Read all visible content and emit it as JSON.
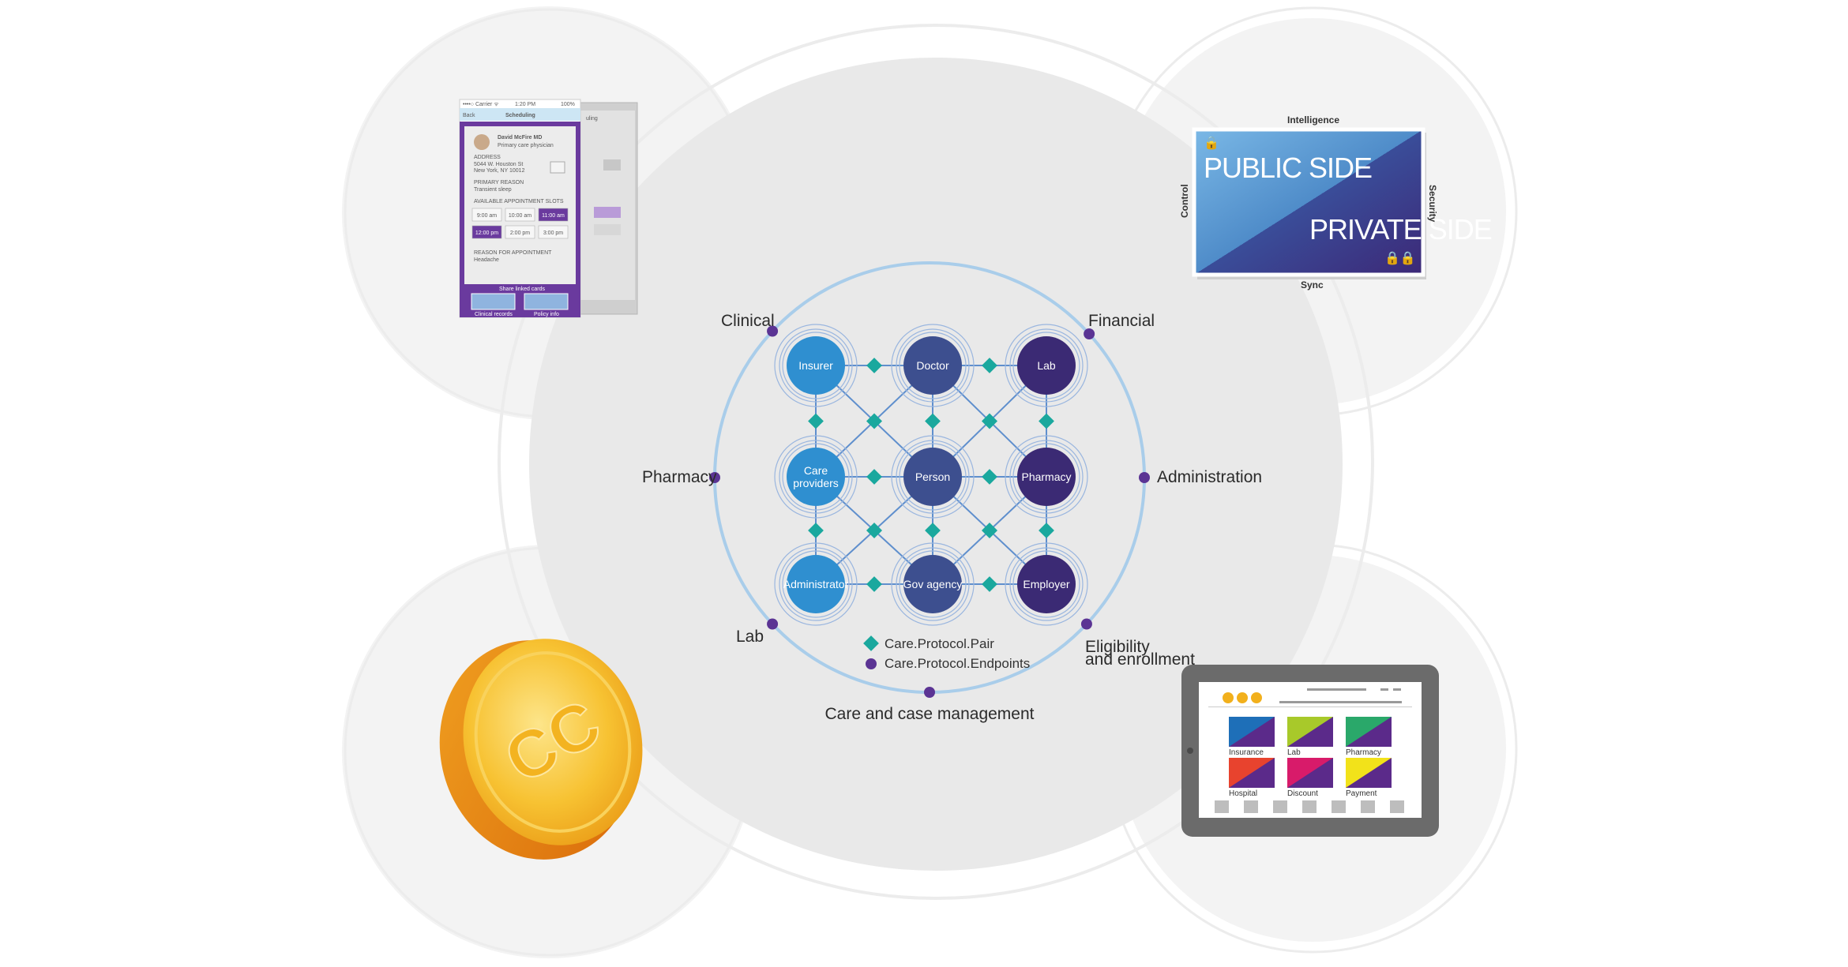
{
  "colors": {
    "background": "#ffffff",
    "big_circle": "#e9e9e9",
    "satellite_circle": "#f3f3f3",
    "ring": "#a9cdea",
    "pair_diamond": "#1aa89e",
    "endpoint_dot": "#5b3494",
    "node_light": "#2f8fd0",
    "node_mid": "#3d4f8f",
    "node_dark": "#3b2a74",
    "coin_gold": "#f5b41e",
    "coin_orange": "#e8820c",
    "phone_purple": "#6a3a9e",
    "tablet_frame": "#6b6b6b"
  },
  "network": {
    "nodes": [
      {
        "id": "insurer",
        "label": "Insurer",
        "tone": "light"
      },
      {
        "id": "doctor",
        "label": "Doctor",
        "tone": "mid"
      },
      {
        "id": "lab",
        "label": "Lab",
        "tone": "dark"
      },
      {
        "id": "care",
        "label": "Care\nproviders",
        "tone": "light"
      },
      {
        "id": "person",
        "label": "Person",
        "tone": "mid"
      },
      {
        "id": "pharmacy",
        "label": "Pharmacy",
        "tone": "dark"
      },
      {
        "id": "admin",
        "label": "Administrator",
        "tone": "light"
      },
      {
        "id": "gov",
        "label": "Gov agency",
        "tone": "mid"
      },
      {
        "id": "employer",
        "label": "Employer",
        "tone": "dark"
      }
    ],
    "ring_labels": [
      {
        "id": "clinical",
        "label": "Clinical"
      },
      {
        "id": "financial",
        "label": "Financial"
      },
      {
        "id": "pharmacy",
        "label": "Pharmacy"
      },
      {
        "id": "administration",
        "label": "Administration"
      },
      {
        "id": "lab",
        "label": "Lab"
      },
      {
        "id": "eligibility",
        "label": "Eligibility\nand enrollment"
      },
      {
        "id": "care_mgmt",
        "label": "Care and case management"
      }
    ],
    "legend": {
      "pair": "Care.Protocol.Pair",
      "endpoints": "Care.Protocol.Endpoints"
    }
  },
  "card": {
    "public_label": "PUBLIC SIDE",
    "private_label": "PRIVATE SIDE",
    "top_label": "Intelligence",
    "bottom_label": "Sync",
    "left_label": "Control",
    "right_label": "Security"
  },
  "phone": {
    "status_carrier": "••••○ Carrier ᯤ",
    "status_time": "1:20 PM",
    "status_battery": "100%",
    "back_label": "Back",
    "title": "Scheduling",
    "doctor_name": "David McFire MD",
    "doctor_subtitle": "Primary care physician",
    "address_label": "ADDRESS",
    "address_line1": "5044 W. Houston St",
    "address_line2": "New York, NY 10012",
    "visit_label": "PRIMARY REASON",
    "visit_value": "Transient sleep",
    "times_label": "AVAILABLE APPOINTMENT SLOTS",
    "times": [
      "9:00 am",
      "10:00 am",
      "11:00 am",
      "12:00 pm",
      "2:00 pm",
      "3:00 pm"
    ],
    "symptom_label": "REASON FOR APPOINTMENT",
    "symptom_value": "Headache",
    "share_label": "Share linked cards",
    "card1_label": "Clinical records",
    "card2_label": "Policy info",
    "back_title": "uling"
  },
  "coin": {
    "symbol": "CC"
  },
  "tablet": {
    "tiles": [
      {
        "label": "Insurance",
        "c1": "#1e6fb8",
        "c2": "#5b2a8a"
      },
      {
        "label": "Lab",
        "c1": "#a8c92a",
        "c2": "#5b2a8a"
      },
      {
        "label": "Pharmacy",
        "c1": "#2aa86a",
        "c2": "#5b2a8a"
      },
      {
        "label": "Hospital",
        "c1": "#e8432e",
        "c2": "#5b2a8a"
      },
      {
        "label": "Discount",
        "c1": "#d81b6a",
        "c2": "#5b2a8a"
      },
      {
        "label": "Payment",
        "c1": "#f2e21a",
        "c2": "#5b2a8a"
      }
    ]
  }
}
